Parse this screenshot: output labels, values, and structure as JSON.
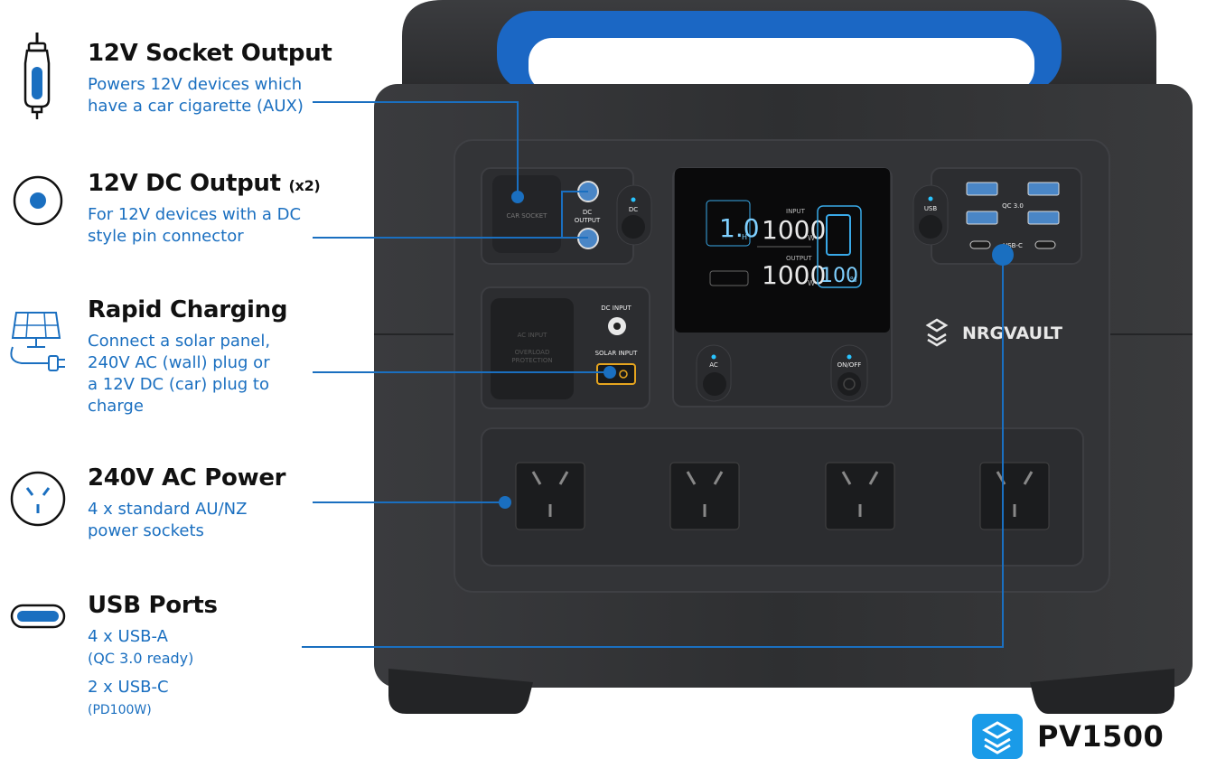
{
  "features": [
    {
      "title": "12V Socket Output",
      "title_suffix": "",
      "desc": [
        "Powers 12V devices which",
        "have a car cigarette (AUX)"
      ],
      "icon": "car-plug-icon"
    },
    {
      "title": "12V DC Output",
      "title_suffix": "(x2)",
      "desc": [
        "For 12V devices with a DC",
        "style pin connector"
      ],
      "icon": "dc-port-icon"
    },
    {
      "title": "Rapid Charging",
      "title_suffix": "",
      "desc": [
        "Connect a solar panel,",
        "240V AC (wall) plug or",
        "a 12V DC (car) plug to",
        "charge"
      ],
      "icon": "solar-panel-icon"
    },
    {
      "title": "240V AC Power",
      "title_suffix": "",
      "desc": [
        "4 x standard AU/NZ",
        "power sockets"
      ],
      "icon": "ac-outlet-icon"
    },
    {
      "title": "USB Ports",
      "title_suffix": "",
      "desc": [
        "4 x USB-A",
        "(QC 3.0 ready)",
        "2 x USB-C",
        "(PD100W)"
      ],
      "icon": "usb-c-icon"
    }
  ],
  "device": {
    "brand": "NRGVAULT",
    "car_socket": "CAR SOCKET",
    "dc_output": [
      "DC",
      "OUTPUT"
    ],
    "dc_button": "DC",
    "usb_button": "USB",
    "qc": "QC 3.0",
    "usbc": "USB-C",
    "ac_input": [
      "AC INPUT",
      "OVERLOAD",
      "PROTECTION"
    ],
    "dc_input": "DC INPUT",
    "solar_input": "SOLAR INPUT",
    "ac_button": "AC",
    "onoff_button": "ON/OFF",
    "display": {
      "time": "1.0",
      "time_unit": "H",
      "input_label": "INPUT",
      "input_value": "1000",
      "input_unit": "W",
      "output_label": "OUTPUT",
      "output_value": "1000",
      "output_unit": "W",
      "battery": "100",
      "battery_unit": "%"
    }
  },
  "product_name": "PV1500",
  "colors": {
    "accent": "#1a6fc0",
    "body": "#2b2c2e"
  }
}
